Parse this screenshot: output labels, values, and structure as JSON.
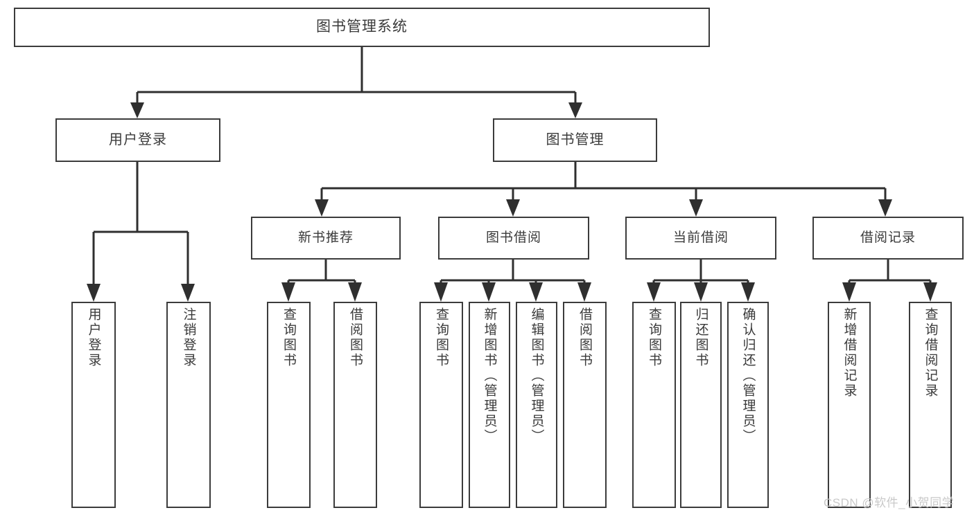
{
  "diagram": {
    "type": "tree",
    "title": "图书管理系统",
    "root": {
      "id": "root",
      "label": "图书管理系统"
    },
    "level1": [
      {
        "id": "user-login",
        "label": "用户登录"
      },
      {
        "id": "book-manage",
        "label": "图书管理"
      }
    ],
    "level2": [
      {
        "id": "new-book-rec",
        "label": "新书推荐",
        "parent": "book-manage"
      },
      {
        "id": "book-borrow",
        "label": "图书借阅",
        "parent": "book-manage"
      },
      {
        "id": "current-borrow",
        "label": "当前借阅",
        "parent": "book-manage"
      },
      {
        "id": "borrow-record",
        "label": "借阅记录",
        "parent": "book-manage"
      }
    ],
    "leaves": [
      {
        "id": "leaf-user-login",
        "label": "用户登录",
        "parent": "user-login"
      },
      {
        "id": "leaf-user-logout",
        "label": "注销登录",
        "parent": "user-login"
      },
      {
        "id": "leaf-query-book-1",
        "label": "查询图书",
        "parent": "new-book-rec"
      },
      {
        "id": "leaf-borrow-book-1",
        "label": "借阅图书",
        "parent": "new-book-rec"
      },
      {
        "id": "leaf-query-book-2",
        "label": "查询图书",
        "parent": "book-borrow"
      },
      {
        "id": "leaf-add-book",
        "label": "新增图书（管理员）",
        "parent": "book-borrow"
      },
      {
        "id": "leaf-edit-book",
        "label": "编辑图书（管理员）",
        "parent": "book-borrow"
      },
      {
        "id": "leaf-borrow-book-2",
        "label": "借阅图书",
        "parent": "book-borrow"
      },
      {
        "id": "leaf-query-book-3",
        "label": "查询图书",
        "parent": "current-borrow"
      },
      {
        "id": "leaf-return-book",
        "label": "归还图书",
        "parent": "current-borrow"
      },
      {
        "id": "leaf-confirm-return",
        "label": "确认归还（管理员）",
        "parent": "current-borrow"
      },
      {
        "id": "leaf-add-record",
        "label": "新增借阅记录",
        "parent": "borrow-record"
      },
      {
        "id": "leaf-query-record",
        "label": "查询借阅记录",
        "parent": "borrow-record"
      }
    ],
    "colors": {
      "box_border": "#3b3b3b",
      "connector": "#2f2f2f",
      "text": "#3a3a3a",
      "background": "#ffffff",
      "watermark": "#c9c9c9"
    }
  },
  "watermark": {
    "text": "CSDN @软件_小贺同学"
  }
}
